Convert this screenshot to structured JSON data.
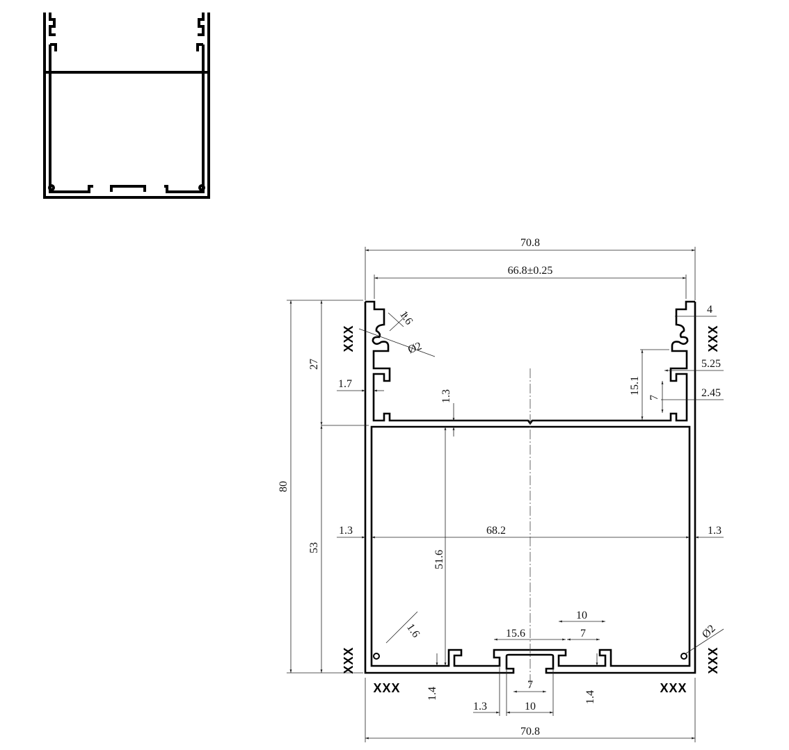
{
  "drawing": {
    "dims": {
      "overall_width_top": "70.8",
      "inner_width_top": "66.8±0.25",
      "right_lip": "4",
      "right_slot_depth": "5.25",
      "right_slot_wall": "2.45",
      "right_slot_height": "15.1",
      "right_slot_gap": "7",
      "left_radius_width_top": "1.6",
      "left_diameter_top": "Ø2",
      "upper_height": "27",
      "total_height": "80",
      "lower_height": "53",
      "left_wall": "1.7",
      "shelf_thickness": "1.3",
      "side_wall_left": "1.3",
      "inner_width": "68.2",
      "side_wall_right": "1.3",
      "inner_height": "51.6",
      "right_slot_span": "10",
      "right_slot_inner": "7",
      "t_slot_width": "15.6",
      "left_radius_width_bottom": "1.6",
      "right_diameter_bottom": "Ø2",
      "channel_opening": "7",
      "floor_left": "1.4",
      "floor_right": "1.4",
      "channel_wall": "1.3",
      "channel_width": "10",
      "overall_width_bottom": "70.8"
    },
    "marks": {
      "left_top": "XXX",
      "left_bottom": "XXX",
      "right_top": "XXX",
      "right_bottom": "XXX",
      "bottom_left": "XXX",
      "bottom_right": "XXX"
    }
  }
}
